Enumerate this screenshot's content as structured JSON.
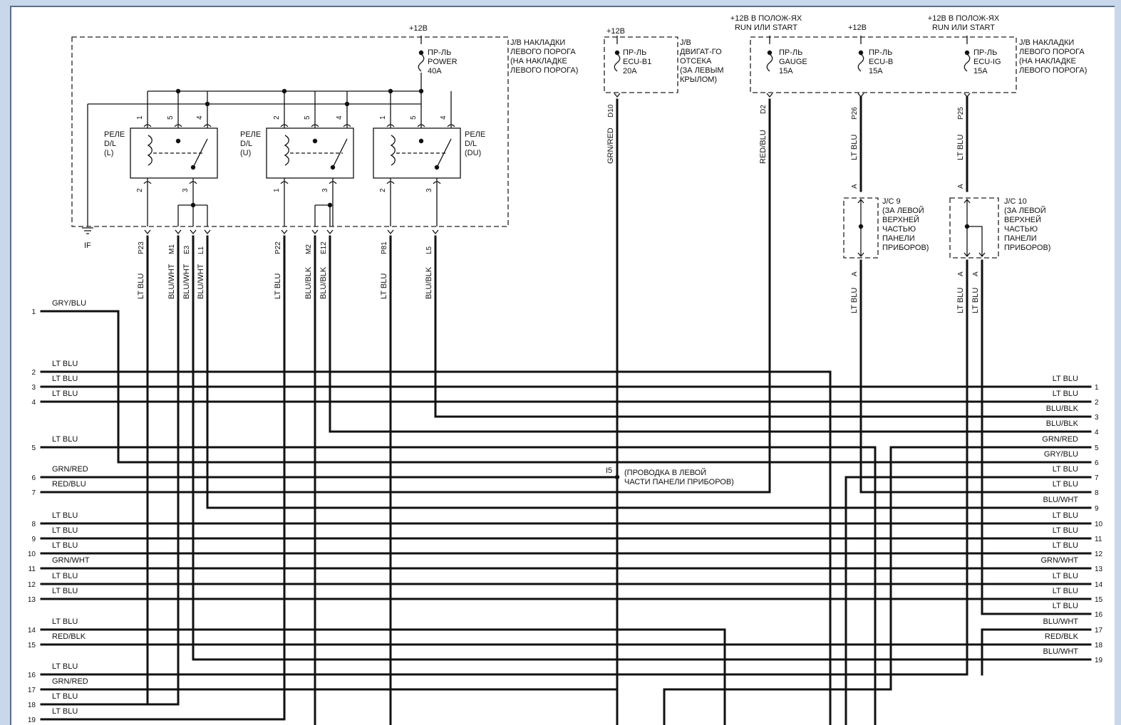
{
  "top": {
    "v12": "+12В",
    "run1": "+12В В ПОЛОЖ-ЯХ",
    "run2": "RUN ИЛИ START"
  },
  "jb_left": [
    "J/B НАКЛАДКИ",
    "ЛЕВОГО ПОРОГА",
    "(НА НАКЛАДКЕ",
    "ЛЕВОГО ПОРОГА)"
  ],
  "jb_engine": [
    "J/B",
    "ДВИГАТ-ГО",
    "ОТСЕКА",
    "(ЗА ЛЕВЫМ",
    "КРЫЛОМ)"
  ],
  "jb_right": [
    "J/B НАКЛАДКИ",
    "ЛЕВОГО ПОРОГА",
    "(НА НАКЛАДКЕ",
    "ЛЕВОГО ПОРОГА)"
  ],
  "fuses": [
    {
      "name": "fuse-power",
      "lines": [
        "ПР-ЛЬ",
        "POWER",
        "40A"
      ]
    },
    {
      "name": "fuse-ecu-b1",
      "lines": [
        "ПР-ЛЬ",
        "ECU-B1",
        "20A"
      ]
    },
    {
      "name": "fuse-gauge",
      "lines": [
        "ПР-ЛЬ",
        "GAUGE",
        "15A"
      ]
    },
    {
      "name": "fuse-ecu-b",
      "lines": [
        "ПР-ЛЬ",
        "ECU-B",
        "15A"
      ]
    },
    {
      "name": "fuse-ecu-ig",
      "lines": [
        "ПР-ЛЬ",
        "ECU-IG",
        "15A"
      ]
    }
  ],
  "relays": [
    {
      "lines": [
        "РЕЛЕ",
        "D/L",
        "(L)"
      ],
      "pins": [
        "1",
        "5",
        "4",
        "2",
        "3"
      ]
    },
    {
      "lines": [
        "РЕЛЕ",
        "D/L",
        "(U)"
      ],
      "pins": [
        "2",
        "5",
        "4",
        "1",
        "3"
      ]
    },
    {
      "lines": [
        "РЕЛЕ",
        "D/L",
        "(DU)"
      ],
      "pins": [
        "1",
        "5",
        "4",
        "2",
        "3"
      ]
    }
  ],
  "ground": "IF",
  "jc9": [
    "J/C 9",
    "(ЗА ЛЕВОЙ",
    "ВЕРХНЕЙ",
    "ЧАСТЬЮ",
    "ПАНЕЛИ",
    "ПРИБОРОВ)"
  ],
  "jc10": [
    "J/C 10",
    "(ЗА ЛЕВОЙ",
    "ВЕРХНЕЙ",
    "ЧАСТЬЮ",
    "ПАНЕЛИ",
    "ПРИБОРОВ)"
  ],
  "splice": {
    "id": "I5",
    "lines": [
      "(ПРОВОДКА В ЛЕВОЙ",
      "ЧАСТИ ПАНЕЛИ ПРИБОРОВ)"
    ]
  },
  "terminals": [
    "P23",
    "M1",
    "E3",
    "L1",
    "P22",
    "M2",
    "E12",
    "P81",
    "L5",
    "D10",
    "D2",
    "P26",
    "P25",
    "A",
    "A",
    "A",
    "A"
  ],
  "vertical_wires": [
    {
      "code": "P23",
      "color": "LT BLU"
    },
    {
      "code": "M1",
      "color": "BLU/WHT"
    },
    {
      "code": "E3",
      "color": "BLU/WHT"
    },
    {
      "code": "L1",
      "color": "BLU/WHT"
    },
    {
      "code": "P22",
      "color": "LT BLU"
    },
    {
      "code": "M2",
      "color": "BLU/BLK"
    },
    {
      "code": "E12",
      "color": "BLU/BLK"
    },
    {
      "code": "P81",
      "color": "LT BLU"
    },
    {
      "code": "L5",
      "color": "BLU/BLK"
    },
    {
      "code": "D10",
      "color": "GRN/RED"
    },
    {
      "code": "D2",
      "color": "RED/BLU"
    },
    {
      "code": "P26",
      "color": "LT BLU"
    },
    {
      "code": "P25",
      "color": "LT BLU"
    },
    {
      "code": "J9-out",
      "color": "LT BLU"
    },
    {
      "code": "J10-out1",
      "color": "LT BLU"
    },
    {
      "code": "J10-out2",
      "color": "LT BLU"
    }
  ],
  "left_connector": [
    {
      "n": "1",
      "w": "GRY/BLU"
    },
    {
      "n": "2",
      "w": "LT BLU"
    },
    {
      "n": "3",
      "w": "LT BLU"
    },
    {
      "n": "4",
      "w": "LT BLU"
    },
    {
      "n": "5",
      "w": "LT BLU"
    },
    {
      "n": "6",
      "w": "GRN/RED"
    },
    {
      "n": "7",
      "w": "RED/BLU"
    },
    {
      "n": "8",
      "w": "LT BLU"
    },
    {
      "n": "9",
      "w": "LT BLU"
    },
    {
      "n": "10",
      "w": "LT BLU"
    },
    {
      "n": "11",
      "w": "GRN/WHT"
    },
    {
      "n": "12",
      "w": "LT BLU"
    },
    {
      "n": "13",
      "w": "LT BLU"
    },
    {
      "n": "14",
      "w": "LT BLU"
    },
    {
      "n": "15",
      "w": "RED/BLK"
    },
    {
      "n": "16",
      "w": "LT BLU"
    },
    {
      "n": "17",
      "w": "GRN/RED"
    },
    {
      "n": "18",
      "w": "LT BLU"
    },
    {
      "n": "19",
      "w": "LT BLU"
    }
  ],
  "right_connector": [
    {
      "n": "1",
      "w": "LT BLU"
    },
    {
      "n": "2",
      "w": "LT BLU"
    },
    {
      "n": "3",
      "w": "BLU/BLK"
    },
    {
      "n": "4",
      "w": "BLU/BLK"
    },
    {
      "n": "5",
      "w": "GRN/RED"
    },
    {
      "n": "6",
      "w": "GRY/BLU"
    },
    {
      "n": "7",
      "w": "LT BLU"
    },
    {
      "n": "8",
      "w": "LT BLU"
    },
    {
      "n": "9",
      "w": "BLU/WHT"
    },
    {
      "n": "10",
      "w": "LT BLU"
    },
    {
      "n": "11",
      "w": "LT BLU"
    },
    {
      "n": "12",
      "w": "LT BLU"
    },
    {
      "n": "13",
      "w": "GRN/WHT"
    },
    {
      "n": "14",
      "w": "LT BLU"
    },
    {
      "n": "15",
      "w": "LT BLU"
    },
    {
      "n": "16",
      "w": "LT BLU"
    },
    {
      "n": "17",
      "w": "BLU/WHT"
    },
    {
      "n": "18",
      "w": "RED/BLK"
    },
    {
      "n": "19",
      "w": "BLU/WHT"
    }
  ]
}
